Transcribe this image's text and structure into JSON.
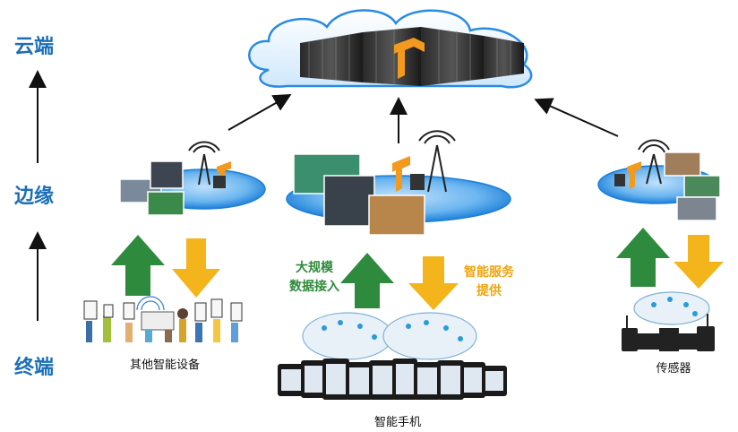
{
  "tiers": {
    "cloud": "云端",
    "edge": "边缘",
    "terminal": "终端"
  },
  "labels": {
    "other_devices": "其他智能设备",
    "smartphone": "智能手机",
    "sensor": "传感器",
    "data_access": "大规模\n数据接入",
    "service": "智能服务\n提供"
  },
  "colors": {
    "tier_text": "#1a6fb8",
    "up_arrow": "#2e8b3e",
    "down_arrow": "#f3b51b",
    "edge_disc": "#2b8be0"
  }
}
